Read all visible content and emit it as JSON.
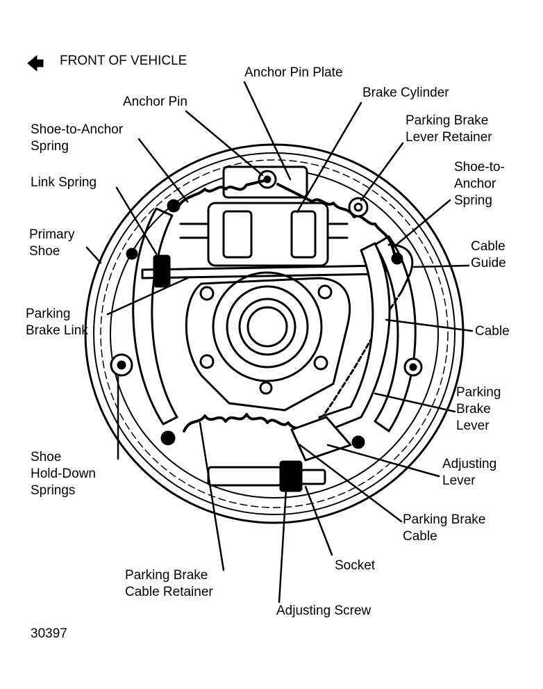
{
  "direction": {
    "text": "FRONT OF VEHICLE",
    "icon": "arrow-left-icon"
  },
  "labels": {
    "anchor_pin_plate": [
      "Anchor Pin Plate"
    ],
    "brake_cylinder": [
      "Brake Cylinder"
    ],
    "anchor_pin": [
      "Anchor Pin"
    ],
    "parking_brake_lever_retainer": [
      "Parking Brake",
      "Lever Retainer"
    ],
    "shoe_to_anchor_spring_left": [
      "Shoe-to-Anchor",
      "Spring"
    ],
    "shoe_to_anchor_spring_right": [
      "Shoe-to-",
      "Anchor",
      "Spring"
    ],
    "link_spring": [
      "Link Spring"
    ],
    "primary_shoe": [
      "Primary",
      "Shoe"
    ],
    "cable_guide": [
      "Cable",
      "Guide"
    ],
    "parking_brake_link": [
      "Parking",
      "Brake Link"
    ],
    "cable": [
      "Cable"
    ],
    "parking_brake_lever": [
      "Parking",
      "Brake",
      "Lever"
    ],
    "shoe_hold_down_springs": [
      "Shoe",
      "Hold-Down",
      "Springs"
    ],
    "adjusting_lever": [
      "Adjusting",
      "Lever"
    ],
    "parking_brake_cable": [
      "Parking Brake",
      "Cable"
    ],
    "socket": [
      "Socket"
    ],
    "parking_brake_cable_retainer": [
      "Parking Brake",
      "Cable Retainer"
    ],
    "adjusting_screw": [
      "Adjusting Screw"
    ]
  },
  "figure_number": "30397",
  "colors": {
    "ink": "#000000",
    "paper": "#ffffff"
  }
}
